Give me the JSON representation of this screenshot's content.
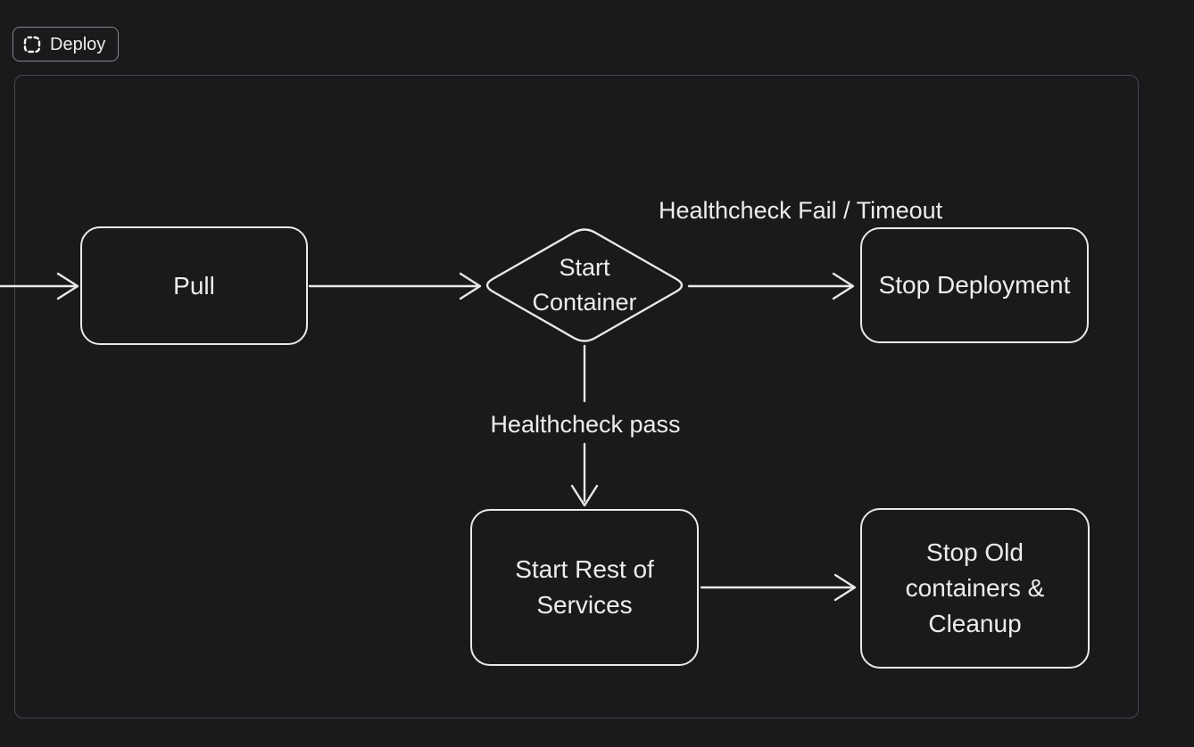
{
  "frame": {
    "name": "Deploy"
  },
  "colors": {
    "background": "#1a1a1c",
    "frame_border": "#47484d",
    "chip_border": "#85868a",
    "stroke": "#e9e9eb",
    "text": "#eceded"
  },
  "icons": {
    "frame_icon": "dashed-frame-icon"
  },
  "nodes": {
    "pull": {
      "label": "Pull",
      "shape": "rounded-rectangle"
    },
    "start_container": {
      "label": "Start Container",
      "lines": [
        "Start",
        "Container"
      ],
      "shape": "diamond"
    },
    "stop_deployment": {
      "label": "Stop Deployment",
      "shape": "rounded-rectangle"
    },
    "start_rest_of_services": {
      "label": "Start Rest of Services",
      "lines": [
        "Start Rest of",
        "Services"
      ],
      "shape": "rounded-rectangle"
    },
    "stop_old_containers_cleanup": {
      "label": "Stop Old containers & Cleanup",
      "lines": [
        "Stop Old",
        "containers &",
        "Cleanup"
      ],
      "shape": "rounded-rectangle"
    }
  },
  "edges": {
    "incoming_to_pull": {
      "from": "off-screen-left",
      "to": "pull",
      "label": ""
    },
    "pull_to_start_container": {
      "from": "pull",
      "to": "start_container",
      "label": ""
    },
    "fail": {
      "from": "start_container",
      "to": "stop_deployment",
      "label": "Healthcheck Fail / Timeout",
      "label_lines": [
        "Healthcheck",
        "Fail / Timeout"
      ]
    },
    "pass": {
      "from": "start_container",
      "to": "start_rest_of_services",
      "label": "Healthcheck pass"
    },
    "rest_to_cleanup": {
      "from": "start_rest_of_services",
      "to": "stop_old_containers_cleanup",
      "label": ""
    }
  }
}
